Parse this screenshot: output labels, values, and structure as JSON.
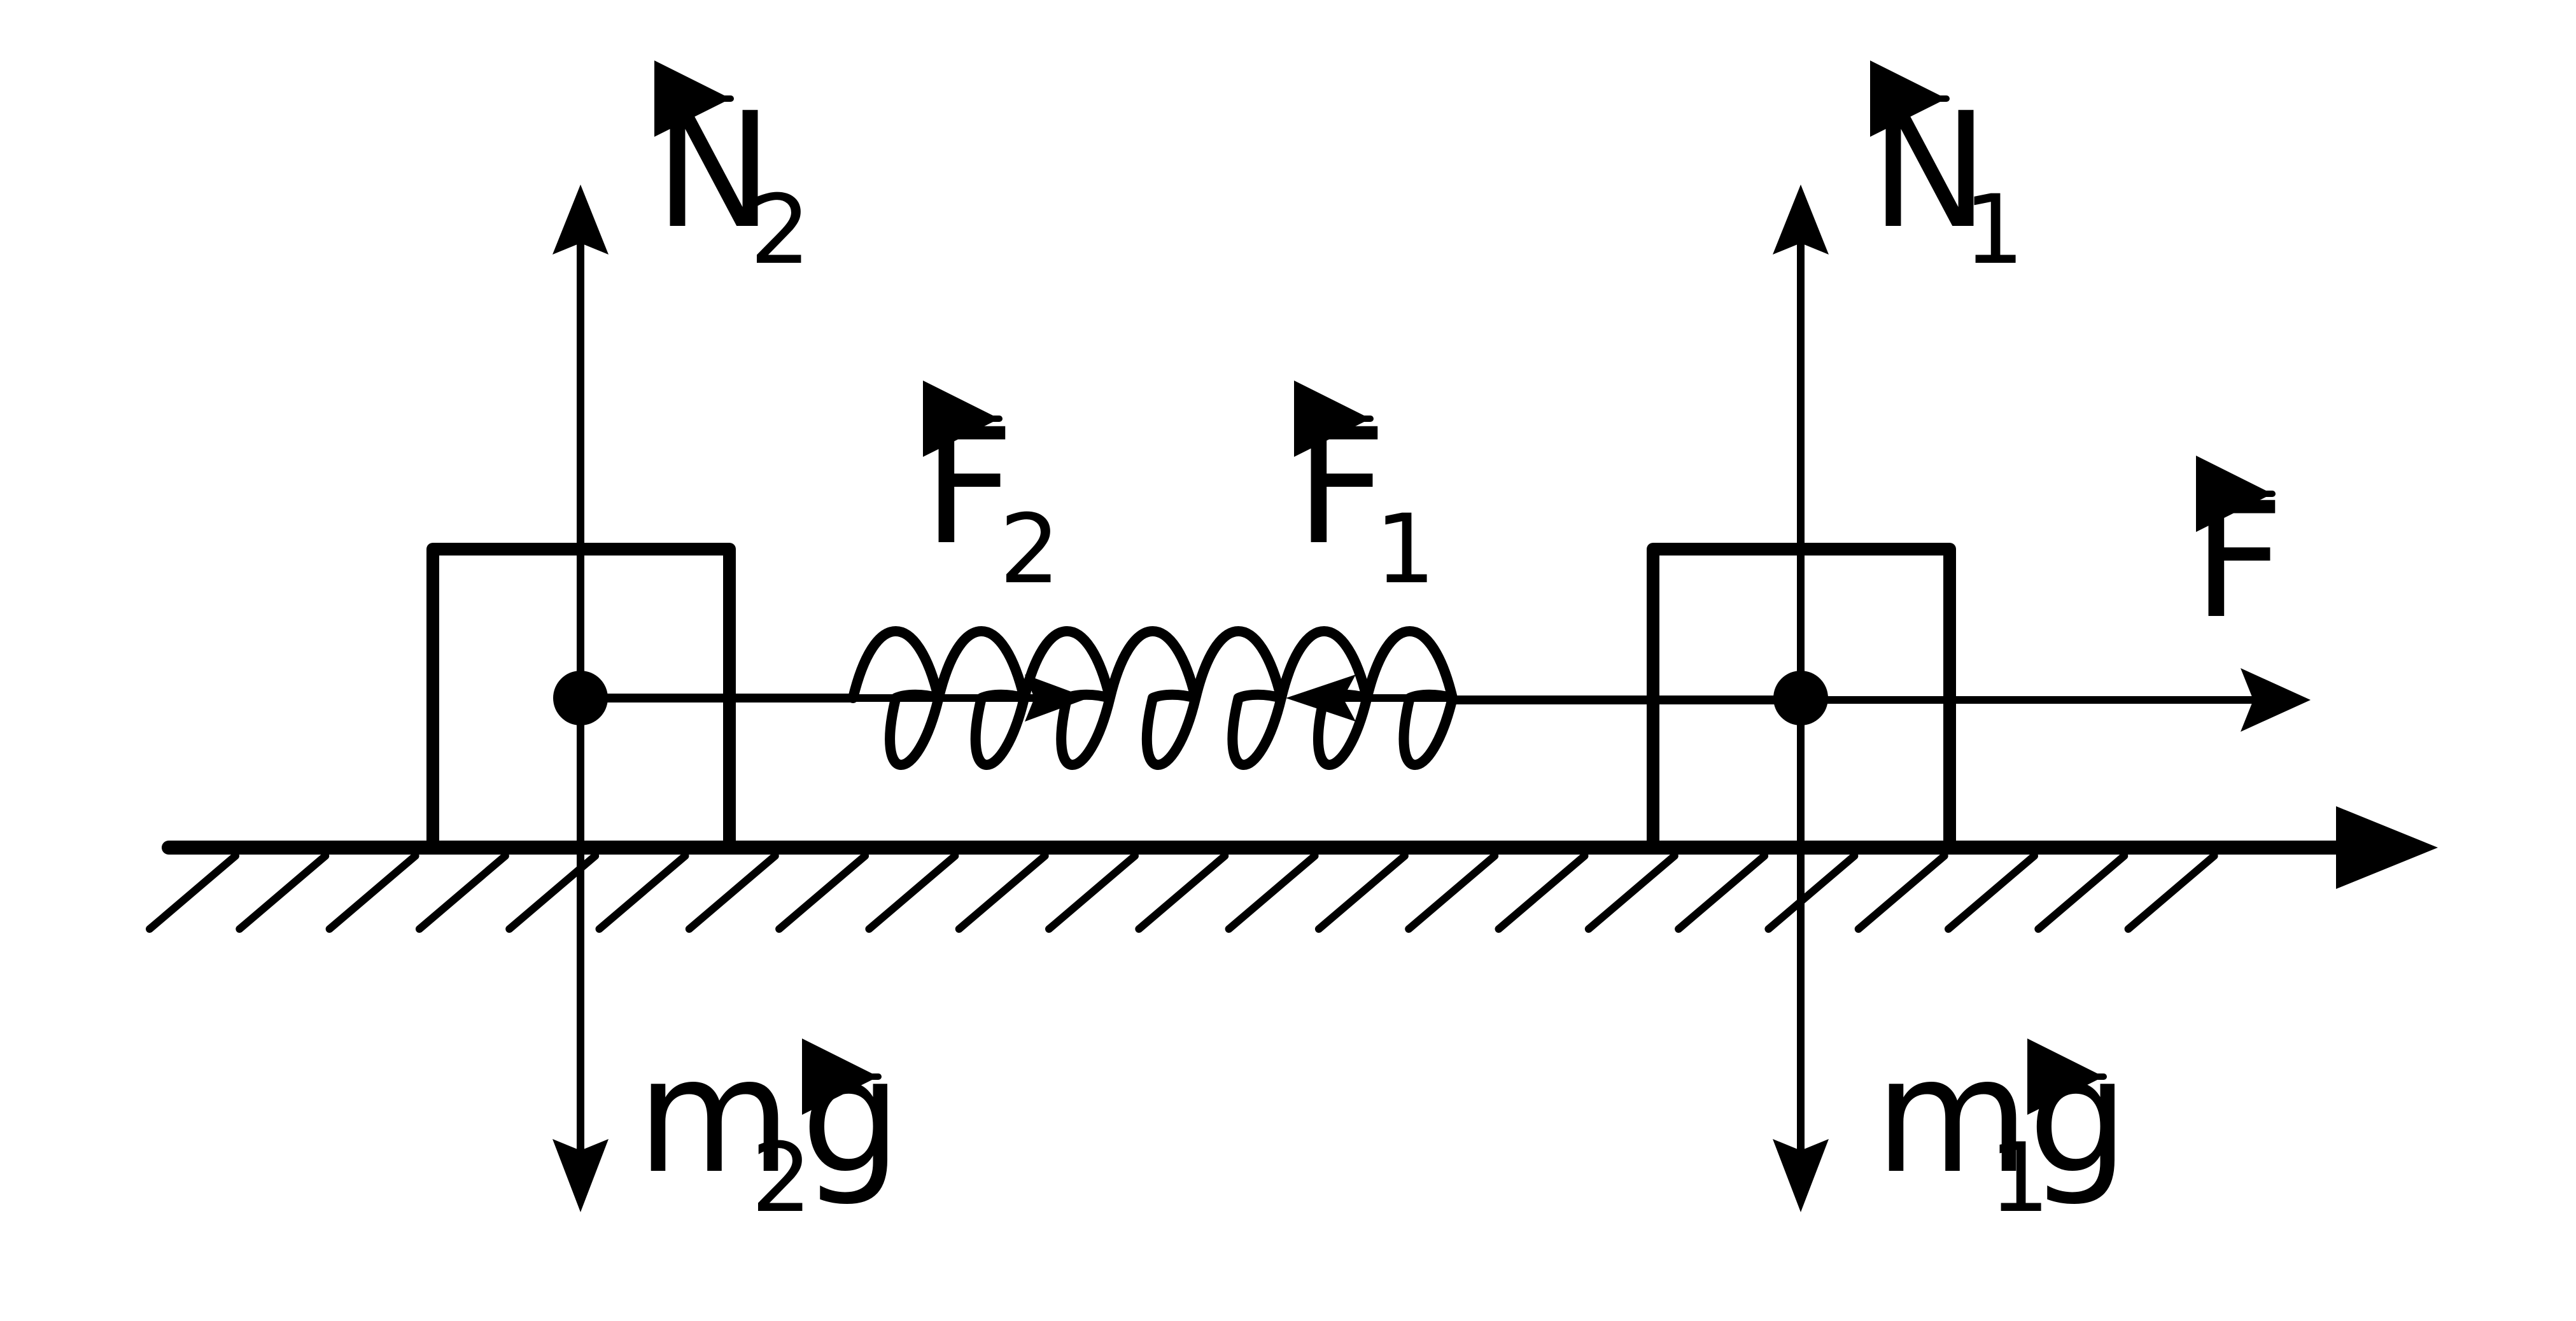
{
  "labels": {
    "n2": {
      "symbol": "N",
      "subscript": "2"
    },
    "n1": {
      "symbol": "N",
      "subscript": "1"
    },
    "f2": {
      "symbol": "F",
      "subscript": "2"
    },
    "f1": {
      "symbol": "F",
      "subscript": "1"
    },
    "f": {
      "symbol": "F"
    },
    "m2g": {
      "mass": "m",
      "subscript": "2",
      "g": "g"
    },
    "m1g": {
      "mass": "m",
      "subscript": "1",
      "g": "g"
    }
  },
  "colors": {
    "ink": "#000000",
    "background": "#ffffff"
  }
}
